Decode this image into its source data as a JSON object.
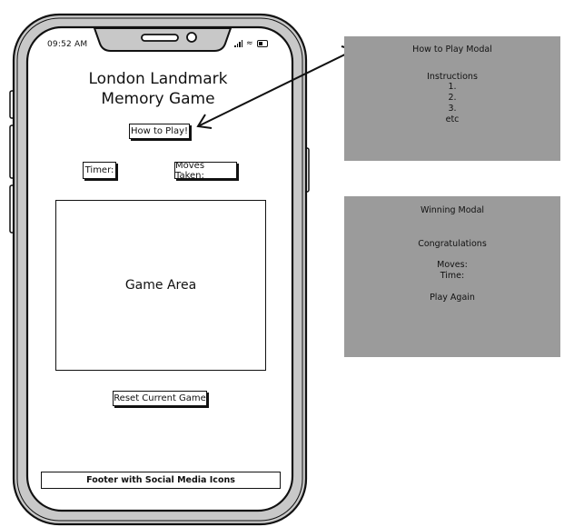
{
  "phone": {
    "status_time": "09:52 AM",
    "title_line1": "London Landmark",
    "title_line2": "Memory Game",
    "how_to_play_label": "How to Play!",
    "timer_label": "Timer:",
    "moves_label": "Moves Taken:",
    "game_area_label": "Game Area",
    "reset_label": "Reset Current Game",
    "footer_label": "Footer with Social Media Icons"
  },
  "how_to_modal": {
    "title": "How to Play Modal",
    "heading": "Instructions",
    "items": [
      "1.",
      "2.",
      "3.",
      "etc"
    ]
  },
  "winning_modal": {
    "title": "Winning Modal",
    "heading": "Congratulations",
    "moves_label": "Moves:",
    "time_label": "Time:",
    "play_again_label": "Play Again"
  },
  "colors": {
    "modal_bg": "#9b9b9b",
    "ink": "#111111",
    "phone_body": "#c8c8c8"
  }
}
